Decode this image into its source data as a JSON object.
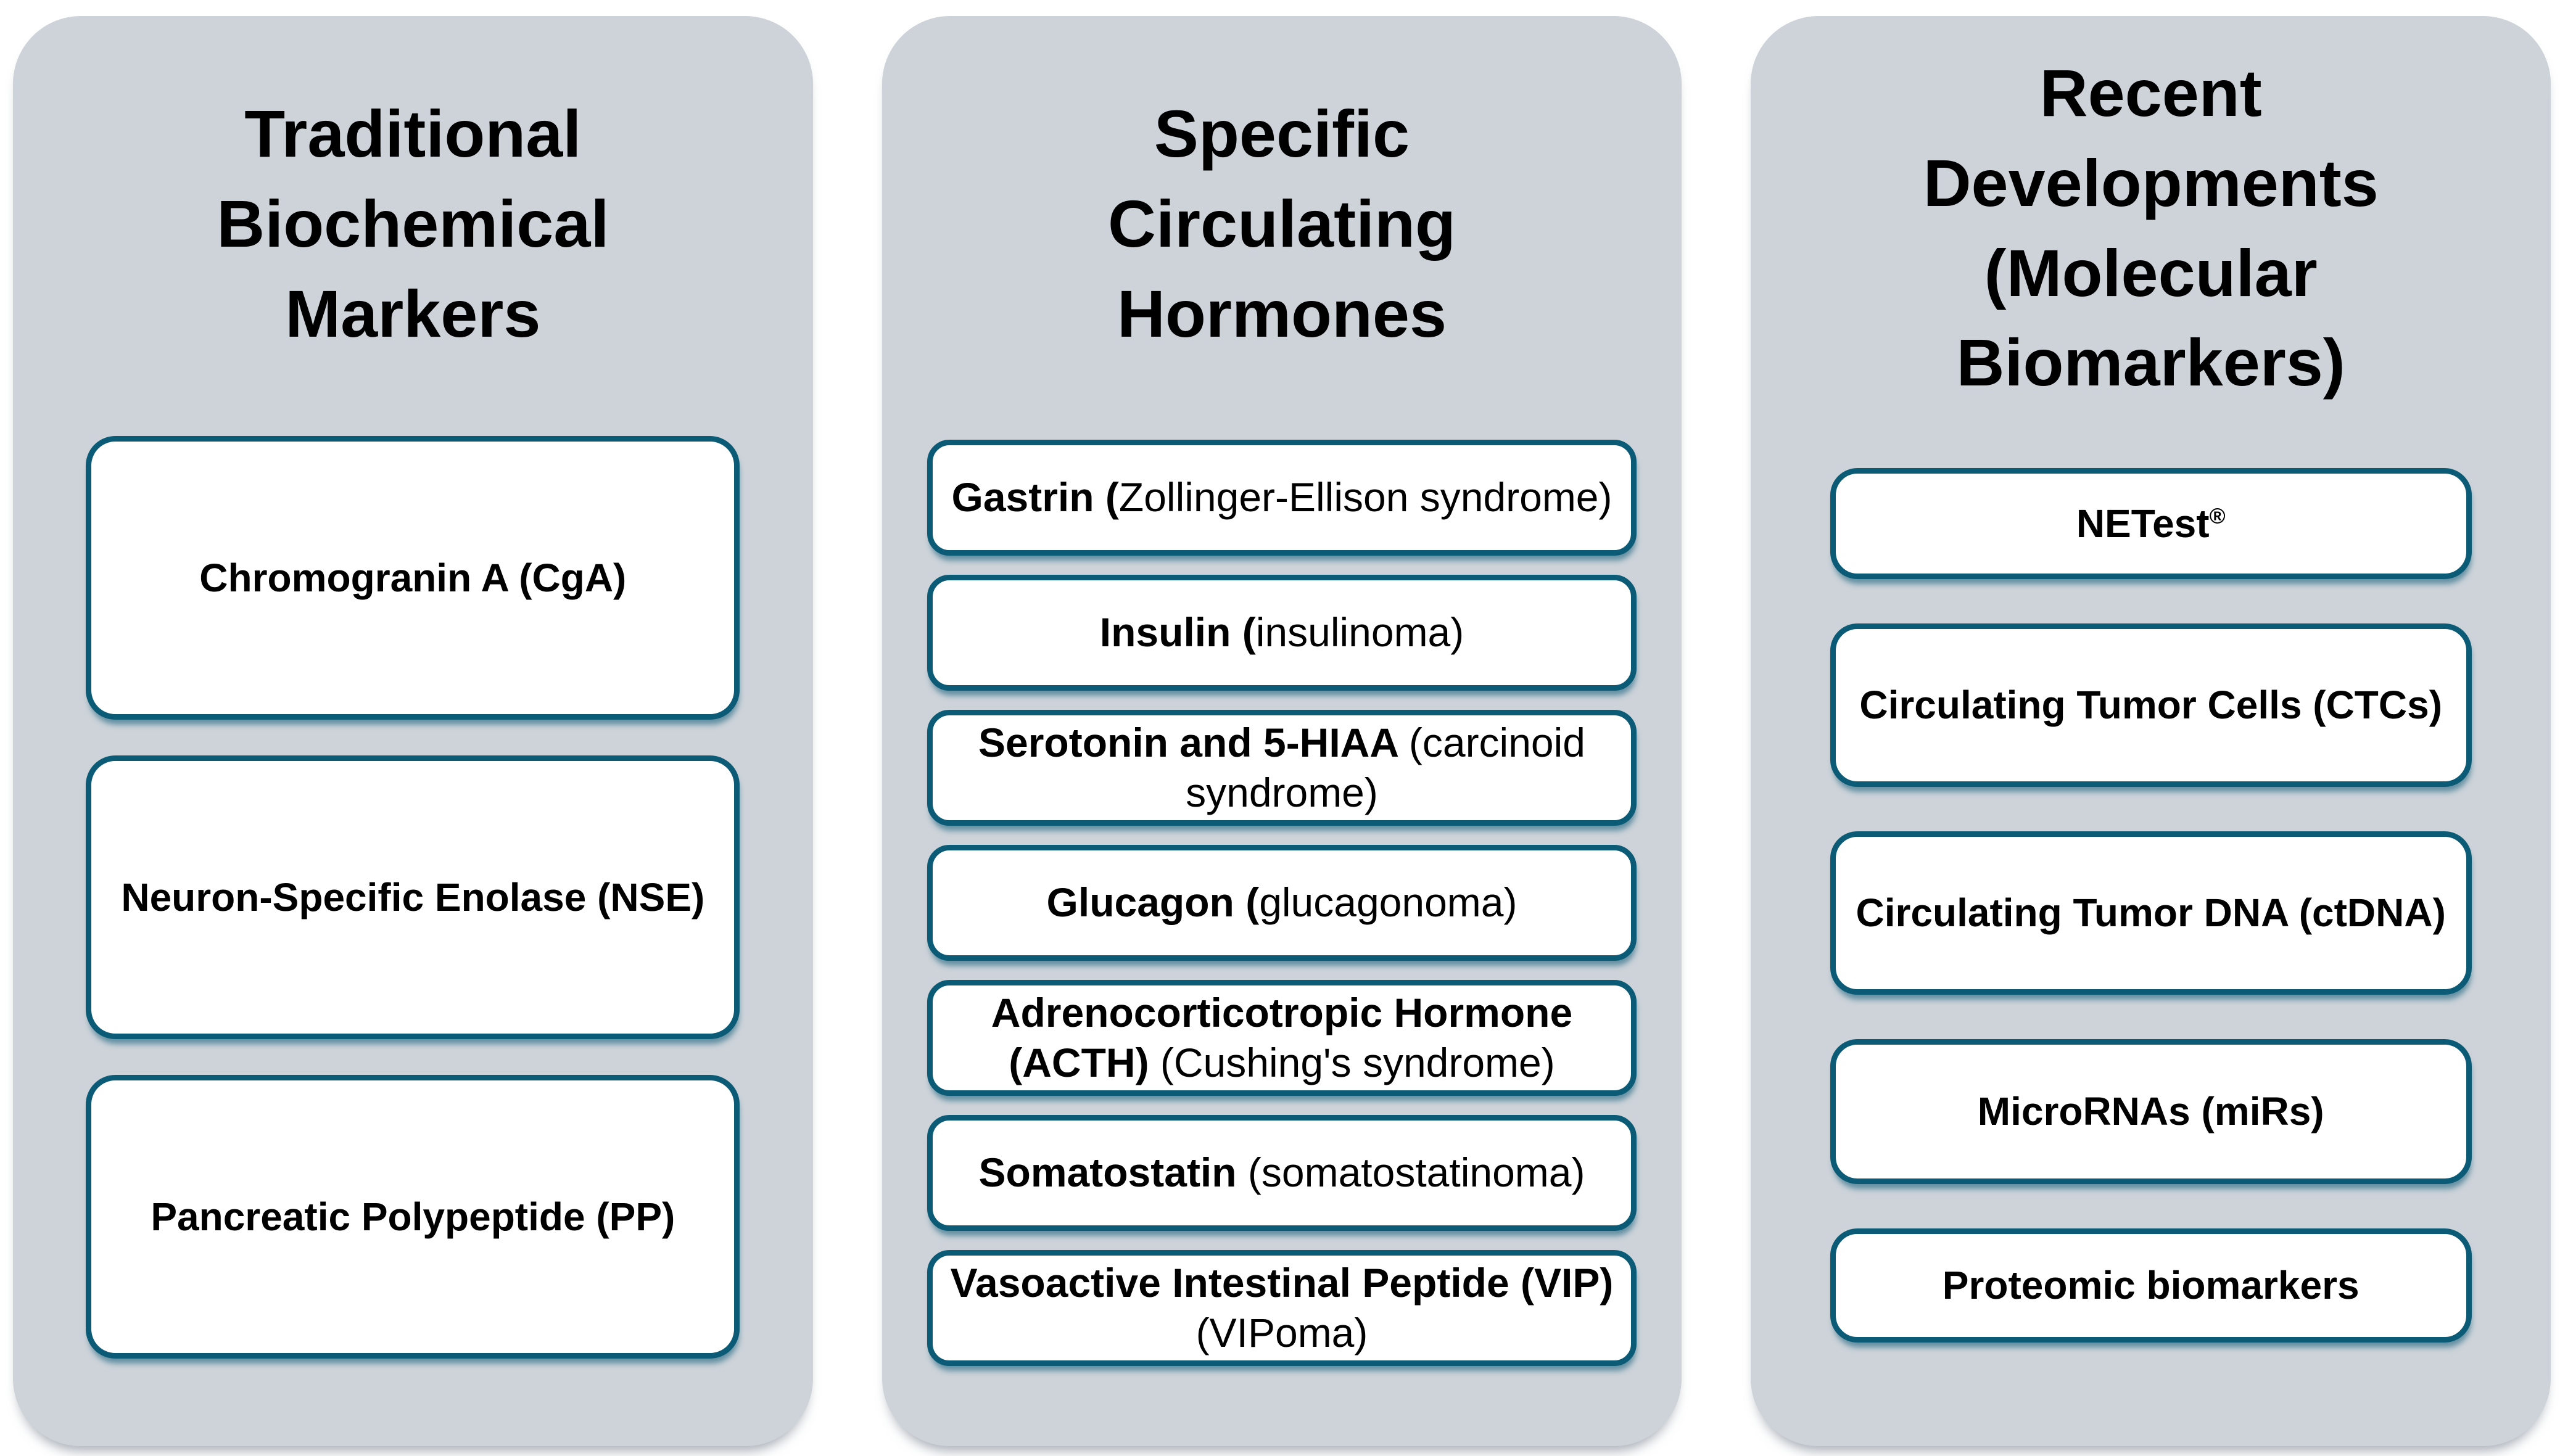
{
  "diagram": {
    "description": "Biomarkers diagram with three categories",
    "colors": {
      "page_background": "#FFFFFF",
      "column_background": "#CDD3D9",
      "box_background": "#FFFFFF",
      "box_border": "#0B5A76",
      "text": "#000000"
    }
  },
  "columns": [
    {
      "id": "traditional-biochemical-markers",
      "title": "Traditional Biochemical Markers",
      "title_lines": [
        "Traditional",
        "Biochemical",
        "Markers"
      ],
      "items": [
        {
          "bold": "Chromogranin A (CgA)"
        },
        {
          "bold": "Neuron-Specific Enolase (NSE)"
        },
        {
          "bold": "Pancreatic Polypeptide (PP)"
        }
      ]
    },
    {
      "id": "specific-circulating-hormones",
      "title": "Specific Circulating Hormones",
      "title_lines": [
        "Specific",
        "Circulating",
        "Hormones"
      ],
      "items": [
        {
          "bold": "Gastrin (",
          "regular": "Zollinger-Ellison syndrome)"
        },
        {
          "bold": "Insulin (",
          "regular": "insulinoma)"
        },
        {
          "bold": "Serotonin and 5-HIAA ",
          "regular": "(carcinoid syndrome)"
        },
        {
          "bold": "Glucagon (",
          "regular": "glucagonoma)"
        },
        {
          "bold": "Adrenocorticotropic Hormone (ACTH) ",
          "regular": "(Cushing's syndrome)"
        },
        {
          "bold": "Somatostatin ",
          "regular": "(somatostatinoma)"
        },
        {
          "bold": "Vasoactive Intestinal Peptide (VIP) ",
          "regular": "(VIPoma)"
        }
      ]
    },
    {
      "id": "recent-developments-molecular-biomarkers",
      "title": "Recent Developments (Molecular Biomarkers)",
      "title_lines": [
        "Recent",
        "Developments",
        "(Molecular",
        "Biomarkers)"
      ],
      "items": [
        {
          "bold": "NETest",
          "suffix": "®"
        },
        {
          "bold": "Circulating Tumor Cells (CTCs)"
        },
        {
          "bold": "Circulating Tumor DNA (ctDNA)"
        },
        {
          "bold": "MicroRNAs (miRs)"
        },
        {
          "bold": "Proteomic biomarkers"
        }
      ]
    }
  ]
}
